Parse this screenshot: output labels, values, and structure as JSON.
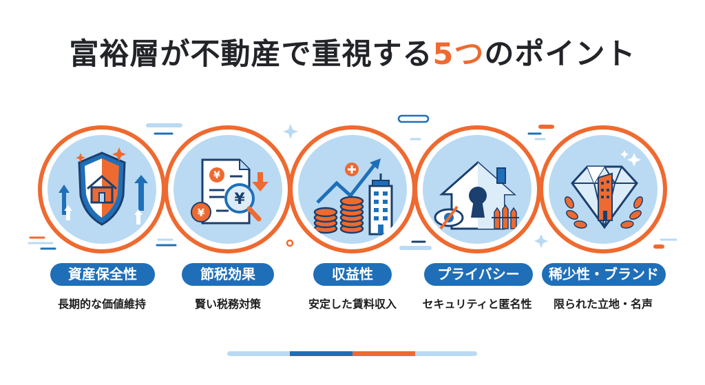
{
  "title": {
    "prefix": "富裕層が不動産で重視する",
    "accent": "5つ",
    "suffix": "のポイント"
  },
  "colors": {
    "accent_orange": "#ee6a30",
    "primary_blue": "#1f6fb8",
    "dark_navy": "#1b3f6e",
    "light_blue": "#b9daf2",
    "text_dark": "#222428"
  },
  "points": [
    {
      "label": "資産保全性",
      "description": "長期的な価値維持",
      "icon": "shield-house-icon"
    },
    {
      "label": "節税効果",
      "description": "賢い税務対策",
      "icon": "tax-document-yen-icon"
    },
    {
      "label": "収益性",
      "description": "安定した賃料収入",
      "icon": "income-growth-icon"
    },
    {
      "label": "プライバシー",
      "description": "セキュリティと匿名性",
      "icon": "privacy-house-keyhole-icon"
    },
    {
      "label": "稀少性・ブランド",
      "description": "限られた立地・名声",
      "icon": "diamond-building-icon"
    }
  ],
  "progress_bar": {
    "segments": [
      "#b9daf2",
      "#1f6fb8",
      "#ee6a30",
      "#b9daf2"
    ]
  }
}
